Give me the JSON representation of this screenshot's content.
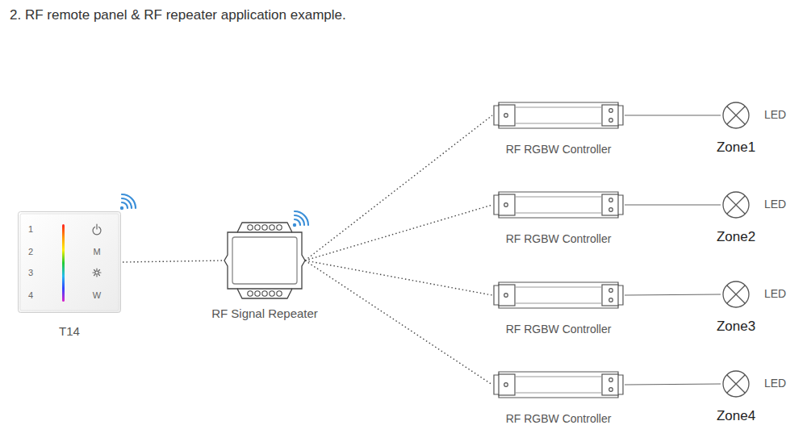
{
  "diagram": {
    "title": "2. RF remote panel & RF repeater application example.",
    "nodes": [
      {
        "text": [
          "T14"
        ]
      },
      {
        "text": [
          "RF Signal Repeater"
        ]
      },
      {
        "text": [
          "RF RGBW Controller"
        ]
      },
      {
        "text": [
          "RF RGBW Controller"
        ]
      },
      {
        "text": [
          "RF RGBW Controller"
        ]
      },
      {
        "text": [
          "RF RGBW Controller"
        ]
      },
      {
        "text": [
          "LED",
          "Zone1"
        ]
      },
      {
        "text": [
          "LED",
          "Zone2"
        ]
      },
      {
        "text": [
          "LED",
          "Zone3"
        ]
      },
      {
        "text": [
          "LED",
          "Zone4"
        ]
      }
    ],
    "edges": [
      {
        "from": 0,
        "to": 1,
        "arrow": "none"
      },
      {
        "from": 1,
        "to": 2,
        "arrow": "none"
      },
      {
        "from": 1,
        "to": 3,
        "arrow": "none"
      },
      {
        "from": 1,
        "to": 4,
        "arrow": "none"
      },
      {
        "from": 1,
        "to": 5,
        "arrow": "none"
      },
      {
        "from": 2,
        "to": 6,
        "arrow": "none"
      },
      {
        "from": 3,
        "to": 7,
        "arrow": "none"
      },
      {
        "from": 4,
        "to": 8,
        "arrow": "none"
      },
      {
        "from": 5,
        "to": 9,
        "arrow": "none"
      }
    ],
    "labels": [
      "1",
      "2",
      "3",
      "4",
      "M",
      "W"
    ]
  }
}
